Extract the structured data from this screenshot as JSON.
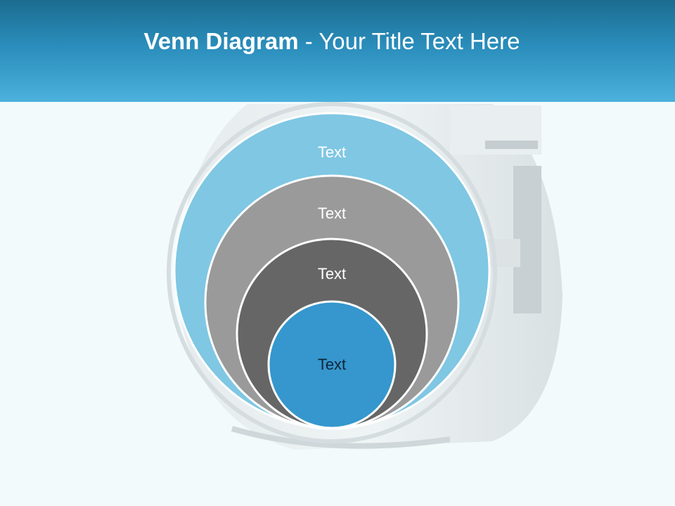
{
  "slide": {
    "title_bold": "Venn Diagram",
    "title_rest": " - Your Title Text Here"
  },
  "diagram": {
    "circles": [
      {
        "label": "Text",
        "fill": "#7fc7e3"
      },
      {
        "label": "Text",
        "fill": "#9a9a9a"
      },
      {
        "label": "Text",
        "fill": "#666666"
      },
      {
        "label": "Text",
        "fill": "#3597cd"
      }
    ]
  },
  "colors": {
    "header_top": "#1b6c8f",
    "header_bottom": "#4cb1dc",
    "background": "#f3fafb",
    "ring_stroke": "#ffffff"
  }
}
